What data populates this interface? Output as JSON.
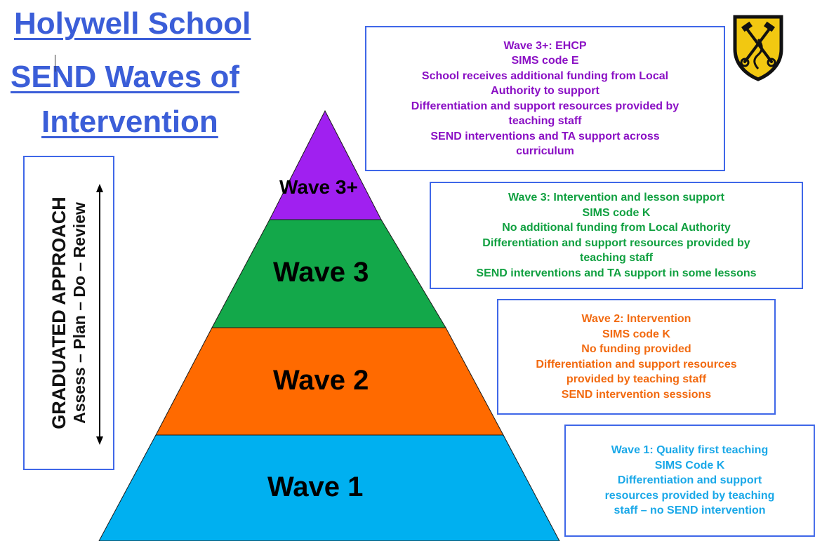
{
  "title": {
    "line1": "Holywell School",
    "line2": "SEND Waves of",
    "line3": "Intervention"
  },
  "approach": {
    "line1": "GRADUATED APPROACH",
    "line2": "Assess – Plan – Do – Review"
  },
  "pyramid": {
    "wave3plus": "Wave 3+",
    "wave3": "Wave 3",
    "wave2": "Wave 2",
    "wave1": "Wave 1"
  },
  "boxes": {
    "wave3plus": {
      "lines": [
        "Wave 3+: EHCP",
        "SIMS code E",
        "School receives additional funding from Local",
        "Authority to support",
        "Differentiation and support resources provided by",
        "teaching staff",
        "SEND interventions and TA support across",
        "curriculum"
      ]
    },
    "wave3": {
      "lines": [
        "Wave 3: Intervention and lesson support",
        "SIMS code K",
        "No additional funding from Local Authority",
        "Differentiation and support resources provided by",
        "teaching staff",
        "SEND interventions and TA support in some lessons"
      ]
    },
    "wave2": {
      "lines": [
        "Wave 2: Intervention",
        "SIMS code K",
        "No funding provided",
        "Differentiation and support resources",
        "provided by teaching staff",
        "SEND intervention sessions"
      ]
    },
    "wave1": {
      "lines": [
        "Wave 1: Quality first teaching",
        "SIMS Code K",
        "Differentiation and support",
        "resources provided by teaching",
        "staff – no SEND intervention"
      ]
    }
  },
  "colors": {
    "title": "#3b5ed8",
    "wave3plus": "#a020f0",
    "wave3": "#13a84a",
    "wave2": "#ff6a00",
    "wave1": "#00b0f0",
    "wave3plus_text": "#8a0fc4",
    "wave3_text": "#10a040",
    "wave2_text": "#f26a10",
    "wave1_text": "#1aa8e8",
    "border": "#3f67e8"
  },
  "icons": {
    "crest": "school-crest-icon",
    "arrow": "double-arrow-icon"
  }
}
